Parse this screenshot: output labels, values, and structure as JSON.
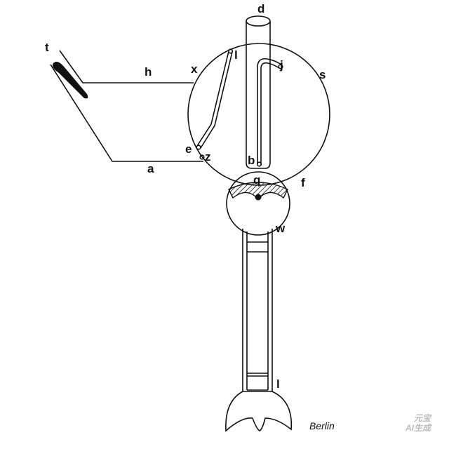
{
  "labels": {
    "d": "d",
    "l_top": "l",
    "j": "j",
    "x": "x",
    "h": "h",
    "s": "s",
    "t": "t",
    "e": "e",
    "z": "z",
    "a": "a",
    "b": "b",
    "q": "q",
    "f": "f",
    "w": "w",
    "l_bottom": "l"
  },
  "caption": "Berlin",
  "watermark": [
    "元宝",
    "AI生成"
  ]
}
